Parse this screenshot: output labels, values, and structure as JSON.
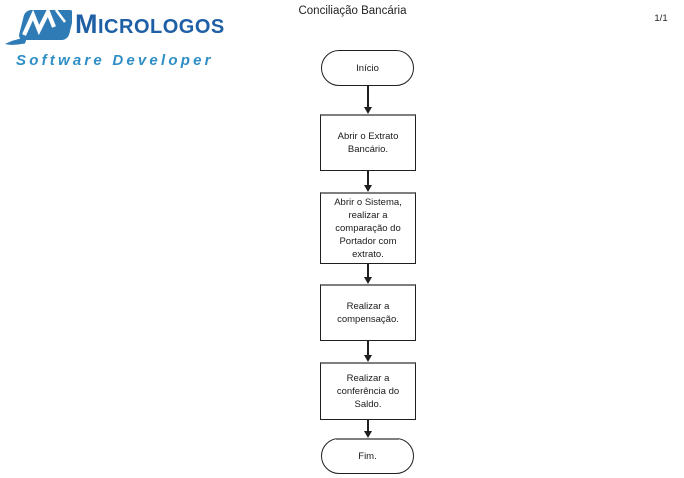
{
  "header": {
    "logo": {
      "brand_initial": "M",
      "brand_rest": "ICROLOGOS",
      "tagline": "Software Developer",
      "icon": "m-swoosh-icon",
      "icon_color": "#2e7bb6",
      "brand_color": "#1e5fa6",
      "tagline_color": "#2e8ec5"
    },
    "title": "Conciliação Bancária",
    "page_indicator": "1/1"
  },
  "flowchart": {
    "nodes": [
      {
        "id": "start",
        "shape": "terminator",
        "label": "Início"
      },
      {
        "id": "p1",
        "shape": "process",
        "label": "Abrir o Extrato\nBancário."
      },
      {
        "id": "p2",
        "shape": "process",
        "label": "Abrir o Sistema,\nrealizar a\ncomparação do\nPortador com\nextrato."
      },
      {
        "id": "p3",
        "shape": "process",
        "label": "Realizar a\ncompensação."
      },
      {
        "id": "p4",
        "shape": "process",
        "label": "Realizar a\nconferência do\nSaldo."
      },
      {
        "id": "end",
        "shape": "terminator",
        "label": "Fim."
      }
    ],
    "edges": [
      {
        "from": "start",
        "to": "p1"
      },
      {
        "from": "p1",
        "to": "p2"
      },
      {
        "from": "p2",
        "to": "p3"
      },
      {
        "from": "p3",
        "to": "p4"
      },
      {
        "from": "p4",
        "to": "end"
      }
    ]
  },
  "colors": {
    "background": "#ffffff",
    "shape_border": "#1f1f1f",
    "shape_top_shadow": "#7f7f7f",
    "text": "#1a1a1a"
  }
}
